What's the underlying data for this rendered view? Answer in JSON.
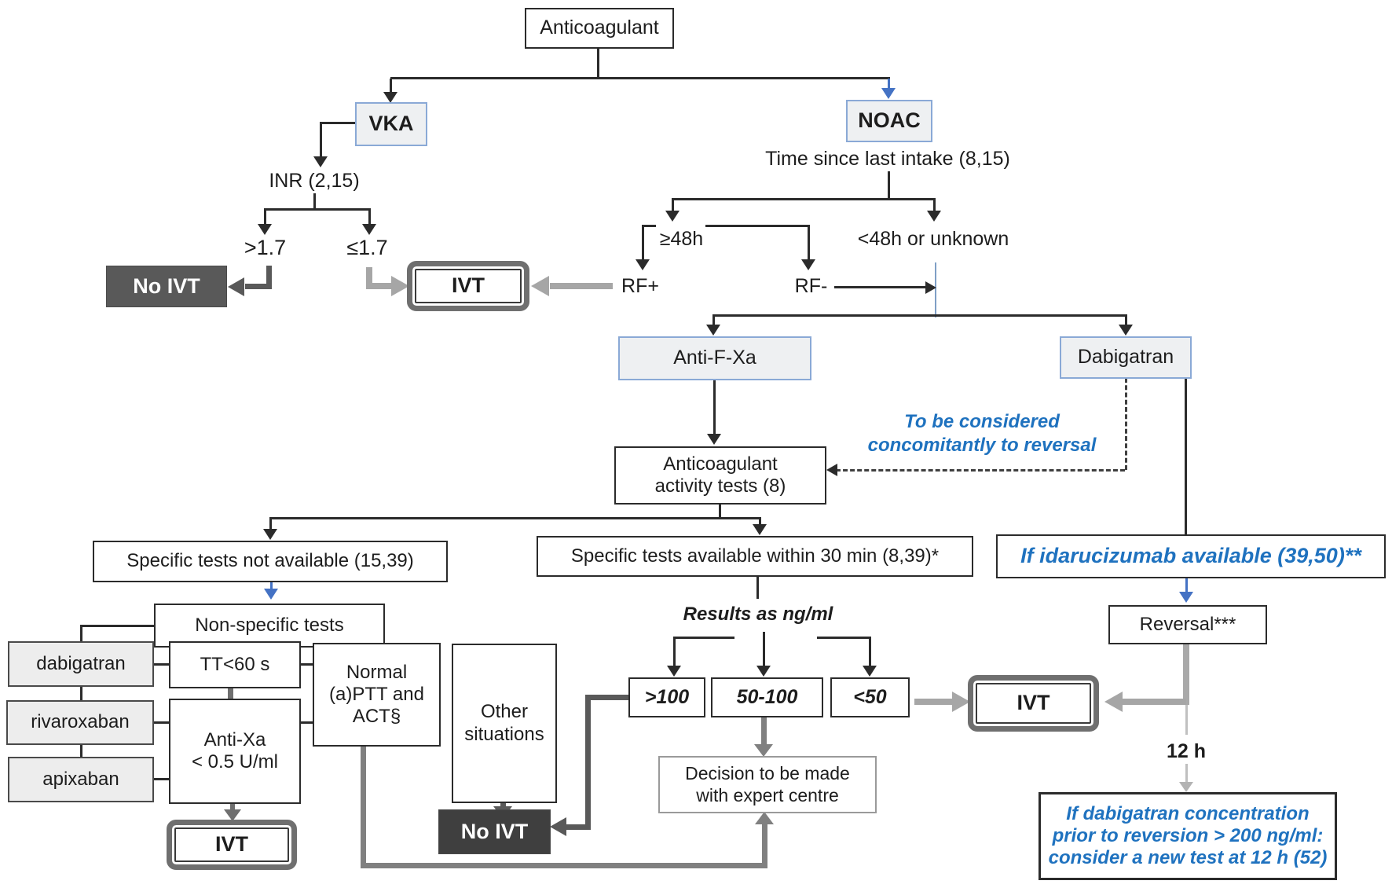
{
  "nodes": {
    "anticoagulant": {
      "label": "Anticoagulant"
    },
    "vka": {
      "label": "VKA"
    },
    "noac": {
      "label": "NOAC"
    },
    "inr": {
      "label": "INR (2,15)"
    },
    "inr_gt": {
      "label": ">1.7"
    },
    "inr_le": {
      "label": "≤1.7"
    },
    "no_ivt_top": {
      "label": "No IVT"
    },
    "ivt_top": {
      "label": "IVT"
    },
    "time_since": {
      "label": "Time since last intake (8,15)"
    },
    "ge48": {
      "label": "≥48h"
    },
    "lt48": {
      "label": "<48h or unknown"
    },
    "rf_plus": {
      "label": "RF+"
    },
    "rf_minus": {
      "label": "RF-"
    },
    "anti_f_xa": {
      "label": "Anti-F-Xa"
    },
    "dabigatran_main": {
      "label": "Dabigatran"
    },
    "to_be_considered": {
      "label": "To be considered\nconcomitantly to reversal"
    },
    "activity_tests": {
      "label": "Anticoagulant\nactivity tests (8)"
    },
    "specific_not_available": {
      "label": "Specific tests not available (15,39)"
    },
    "specific_available": {
      "label": "Specific tests available within 30 min (8,39)*"
    },
    "if_idarucizumab": {
      "label": "If idarucizumab available (39,50)**"
    },
    "non_specific": {
      "label": "Non-specific tests"
    },
    "dabigatran_drug": {
      "label": "dabigatran"
    },
    "rivaroxaban": {
      "label": "rivaroxaban"
    },
    "apixaban": {
      "label": "apixaban"
    },
    "tt60": {
      "label": "TT<60 s"
    },
    "anti_xa": {
      "label": "Anti-Xa\n< 0.5 U/ml"
    },
    "normal_ptt": {
      "label": "Normal\n(a)PTT and\nACT§"
    },
    "other_situations": {
      "label": "Other\nsituations"
    },
    "ivt_left": {
      "label": "IVT"
    },
    "no_ivt_bottom": {
      "label": "No IVT"
    },
    "results": {
      "label": "Results as ng/ml"
    },
    "gt100": {
      "label": ">100"
    },
    "r50_100": {
      "label": "50-100"
    },
    "lt50": {
      "label": "<50"
    },
    "ivt_right": {
      "label": "IVT"
    },
    "decision": {
      "label": "Decision to be made\nwith expert centre"
    },
    "reversal": {
      "label": "Reversal***"
    },
    "twelve_h": {
      "label": "12 h"
    },
    "dabi_note": {
      "label": "If dabigatran concentration\nprior to reversion  > 200 ng/ml:\nconsider a new test at 12 h (52)"
    }
  },
  "colors": {
    "blue_text": "#1f72bf",
    "blue_arrow": "#4472c4",
    "blue_border": "#8aa9d6",
    "blue_guide_line": "#7f9fc6",
    "box_fill_gray": "#ededed",
    "dark_box": "#595959",
    "dark_box_bottom": "#3f3f3f",
    "arrow_light_gray": "#a6a6a6",
    "arrow_mid_gray": "#808080",
    "arrow_dark_gray": "#595959",
    "line_black": "#2b2b2b"
  }
}
